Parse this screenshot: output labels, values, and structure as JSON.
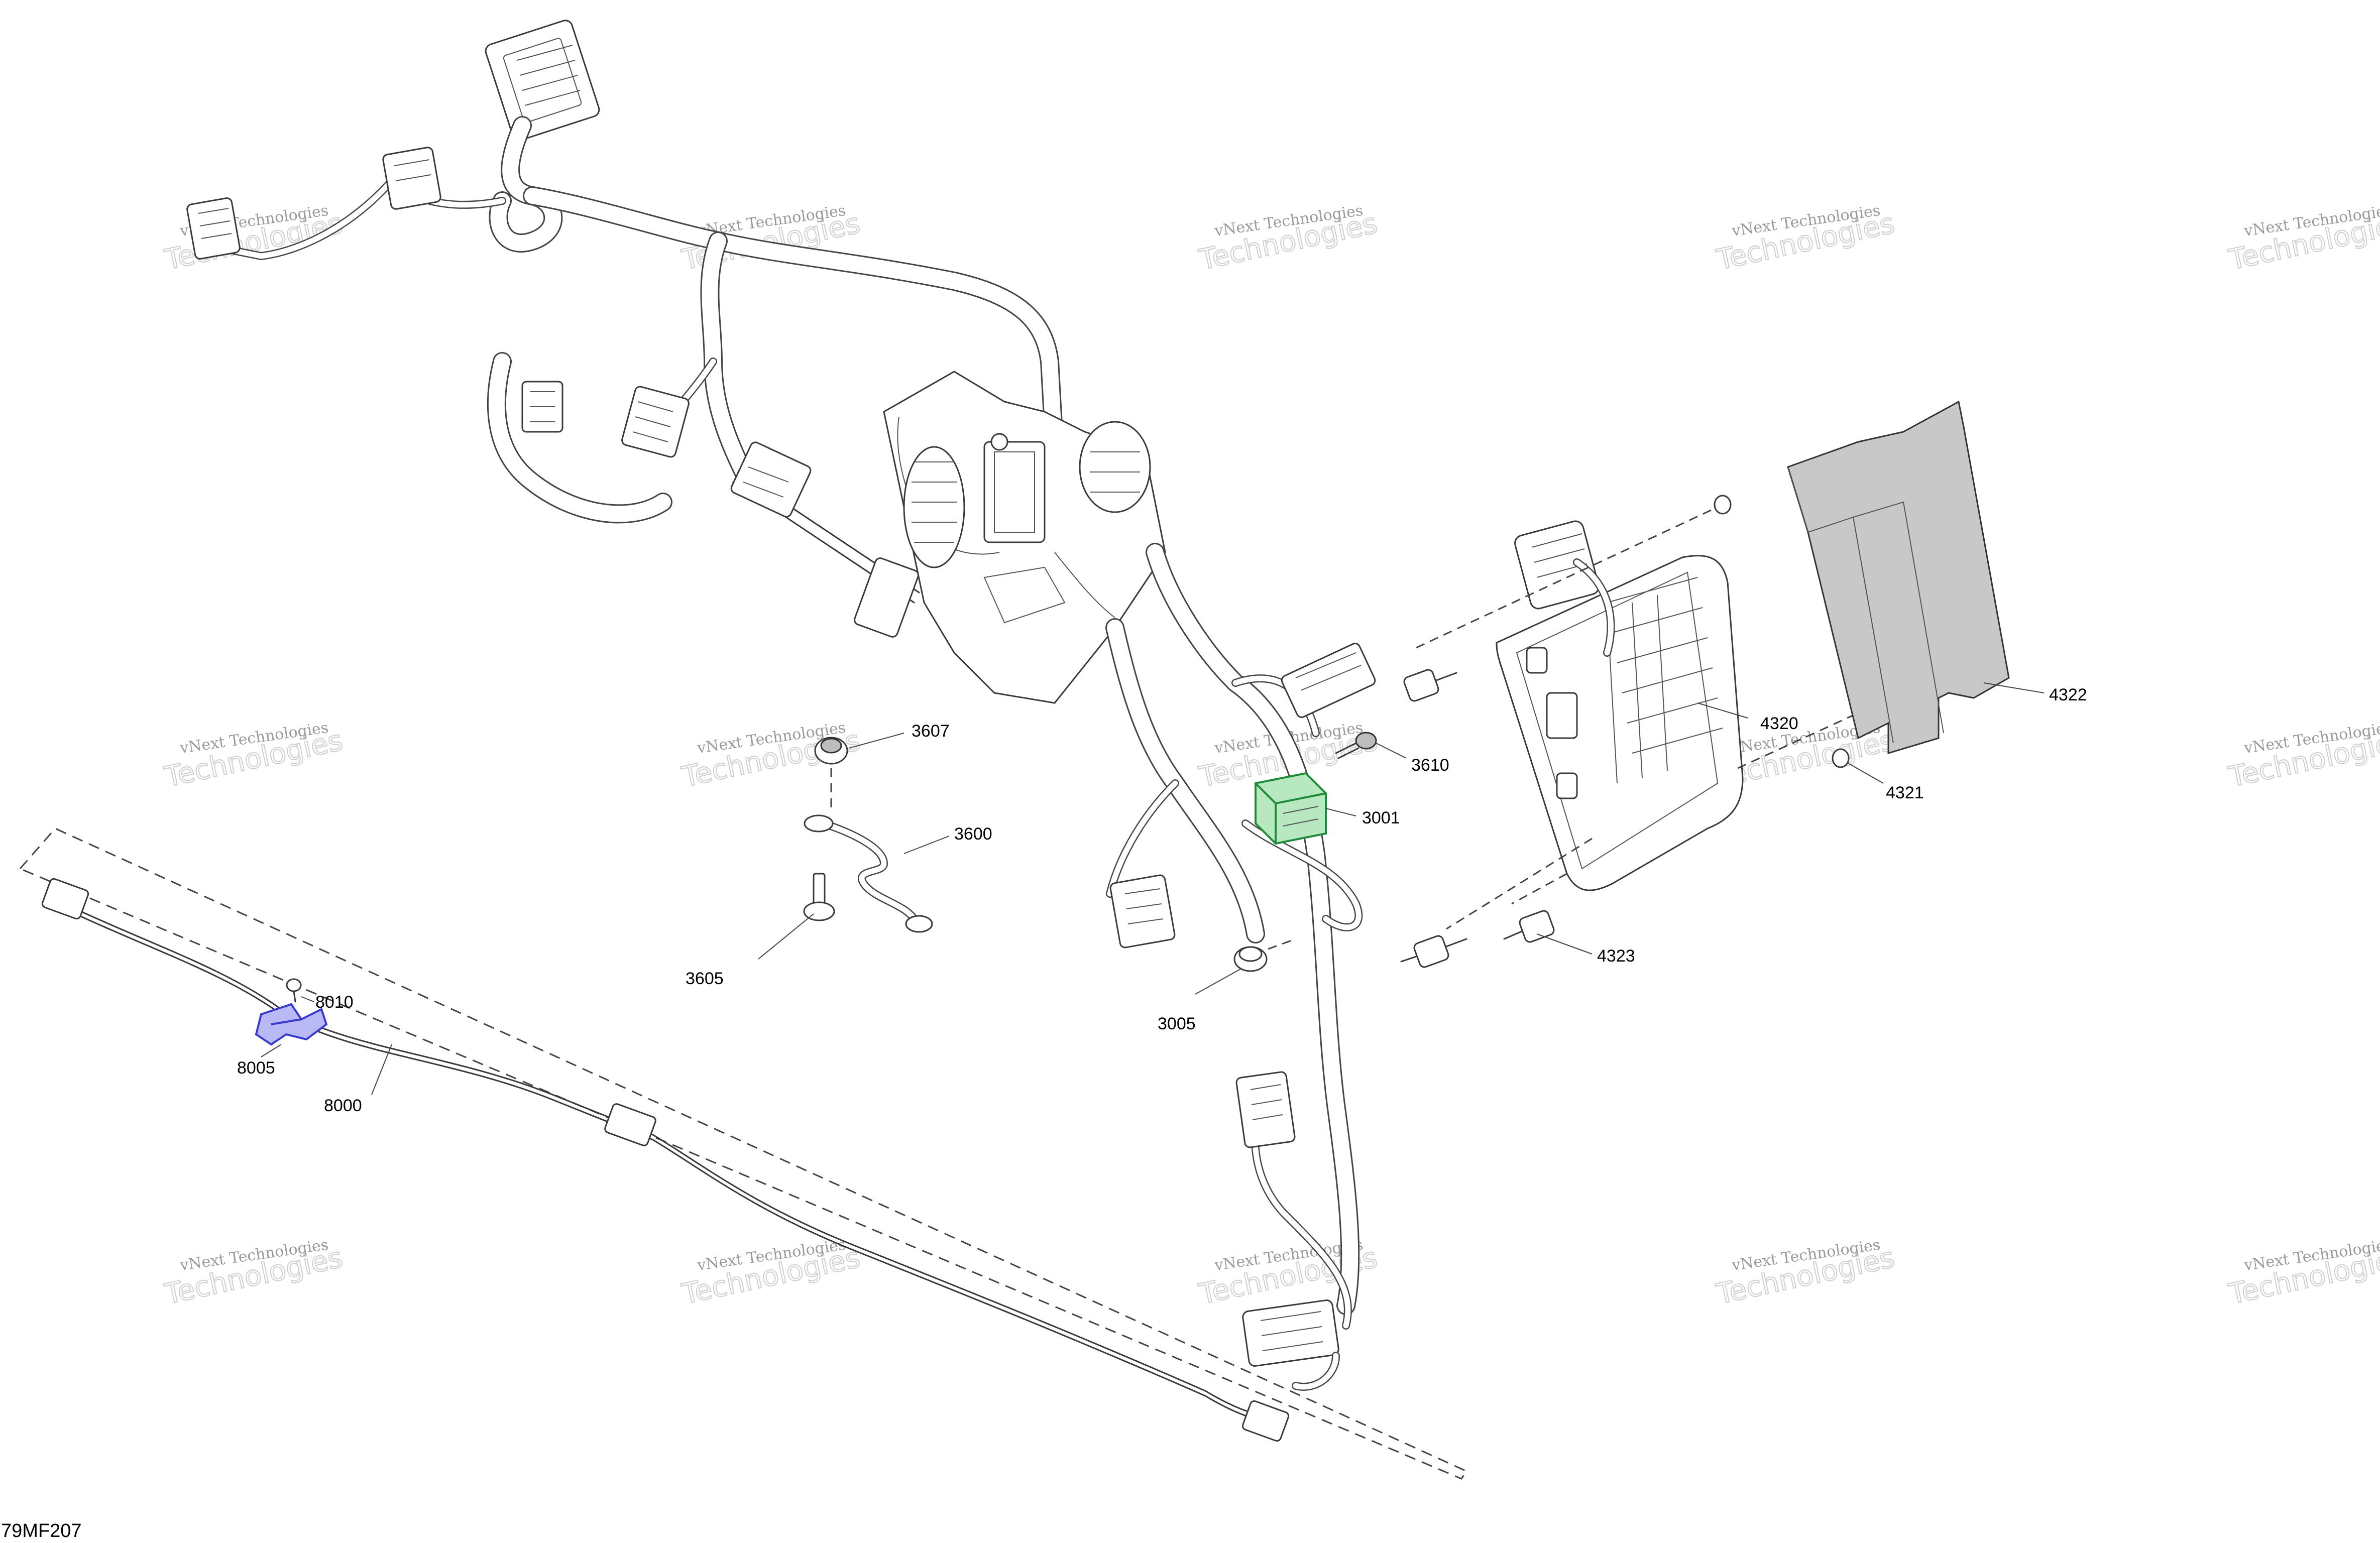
{
  "figure_id": "79MF207",
  "watermark": {
    "line1": "vNext Technologies",
    "line2": "Technologies"
  },
  "part_labels": {
    "p3607": "3607",
    "p3600": "3600",
    "p3605": "3605",
    "p3610": "3610",
    "p3001": "3001",
    "p3005": "3005",
    "p4320": "4320",
    "p4321": "4321",
    "p4322": "4322",
    "p4323": "4323",
    "p8010": "8010",
    "p8005": "8005",
    "p8000": "8000"
  },
  "highlight_colors": {
    "part_3001": "#1f8a3a",
    "part_8005": "#3a3ad0"
  }
}
